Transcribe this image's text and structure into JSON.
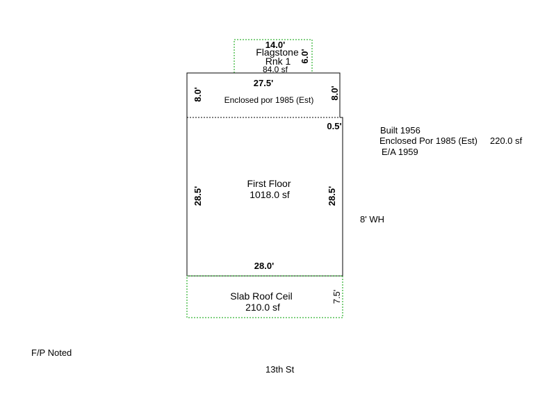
{
  "flagstone": {
    "width_dim": "14.0'",
    "depth_dim": "6.0'",
    "name": "Flagstone",
    "rank": "Rnk 1",
    "area": "84.0 sf",
    "outline_color": "#00a000"
  },
  "enclosed_porch": {
    "width_dim": "27.5'",
    "left_dim": "8.0'",
    "right_dim": "8.0'",
    "name": "Enclosed por 1985 (Est)"
  },
  "first_floor": {
    "offset_dim": "0.5'",
    "left_dim": "28.5'",
    "right_dim": "28.5'",
    "bottom_dim": "28.0'",
    "name": "First Floor",
    "area": "1018.0 sf"
  },
  "slab_roof": {
    "depth_dim": "7.5'",
    "name": "Slab Roof Ceil",
    "area": "210.0 sf",
    "outline_color": "#00a000"
  },
  "notes": {
    "built": "Built 1956",
    "enclosed_porch": "Enclosed Por 1985 (Est)",
    "enclosed_porch_area": "220.0 sf",
    "effective_age": "E/A 1959",
    "water_heater": "8' WH",
    "fp_noted": "F/P Noted",
    "street": "13th St"
  }
}
